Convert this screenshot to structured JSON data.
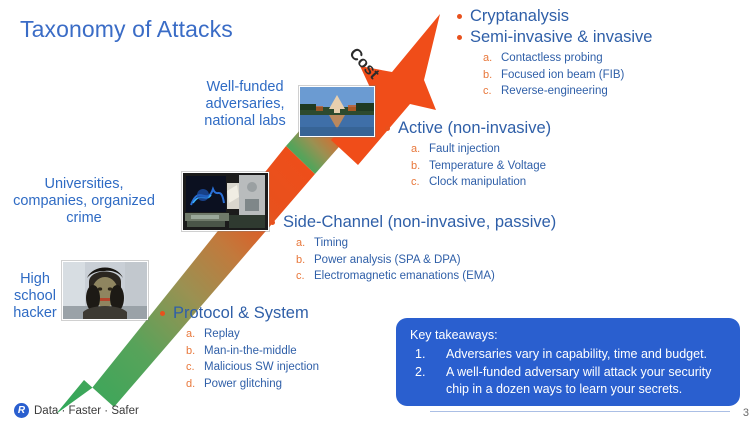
{
  "slide": {
    "title": "Taxonomy of Attacks",
    "page_number": "3",
    "arrow_label": "Cost",
    "accent_orange": "#e8511d",
    "accent_blue": "#2f5fa8",
    "title_blue": "#3a6cc6",
    "box_blue": "#2a5fcf",
    "arrow_green": "#2fa85a"
  },
  "actors": {
    "well_funded": "Well-funded adversaries, national labs",
    "universities": "Universities, companies, organized crime",
    "high_school": "High school hacker"
  },
  "images": {
    "national_lab": "national-lab-photo",
    "lab_bench": "lab-workstation-photo",
    "hacker": "hacker-portrait-photo"
  },
  "groups": [
    {
      "id": "cryptanalysis",
      "heading": "Cryptanalysis",
      "items": []
    },
    {
      "id": "semi-invasive",
      "heading": "Semi-invasive & invasive",
      "items": [
        {
          "marker": "a.",
          "label": "Contactless probing"
        },
        {
          "marker": "b.",
          "label": "Focused ion beam (FIB)"
        },
        {
          "marker": "c.",
          "label": "Reverse-engineering"
        }
      ]
    },
    {
      "id": "active",
      "heading": "Active (non-invasive)",
      "items": [
        {
          "marker": "a.",
          "label": "Fault injection"
        },
        {
          "marker": "b.",
          "label": "Temperature & Voltage"
        },
        {
          "marker": "c.",
          "label": "Clock manipulation"
        }
      ]
    },
    {
      "id": "side-channel",
      "heading": "Side-Channel (non-invasive, passive)",
      "items": [
        {
          "marker": "a.",
          "label": "Timing"
        },
        {
          "marker": "b.",
          "label": "Power analysis (SPA & DPA)"
        },
        {
          "marker": "c.",
          "label": "Electromagnetic emanations (EMA)"
        }
      ]
    },
    {
      "id": "protocol-system",
      "heading": "Protocol & System",
      "items": [
        {
          "marker": "a.",
          "label": "Replay"
        },
        {
          "marker": "b.",
          "label": "Man-in-the-middle"
        },
        {
          "marker": "c.",
          "label": "Malicious SW injection"
        },
        {
          "marker": "d.",
          "label": "Power glitching"
        }
      ]
    }
  ],
  "takeaways": {
    "heading": "Key takeaways:",
    "items": [
      {
        "num": "1.",
        "text": "Adversaries vary in capability, time and budget."
      },
      {
        "num": "2.",
        "text": "A well-funded adversary will attack your security chip in a dozen ways to learn your secrets."
      }
    ]
  },
  "footer": {
    "logo_mark": "R",
    "logo_text": "Data · Faster · Safer",
    "logo_word": "Data"
  }
}
